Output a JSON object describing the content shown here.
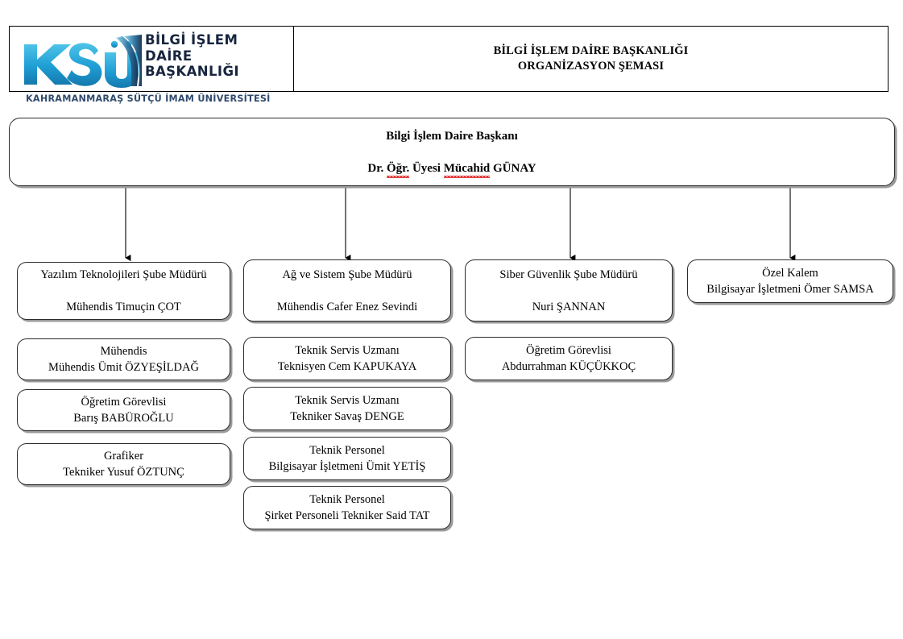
{
  "header": {
    "logo": {
      "mark_text": "KSÜ",
      "title_lines": [
        "BİLGİ İŞLEM",
        "DAİRE",
        "BAŞKANLIĞI"
      ],
      "university": "KAHRAMANMARAŞ SÜTÇÜ İMAM ÜNİVERSİTESİ",
      "mark_color": "#29abe2",
      "text_color": "#17253f"
    },
    "title_line1": "BİLGİ İŞLEM DAİRE BAŞKANLIĞI",
    "title_line2": "ORGANİZASYON ŞEMASI"
  },
  "chart": {
    "root": {
      "line1": "Bilgi İşlem Daire Başkanı",
      "line2_a": "Dr. ",
      "line2_b": "Öğr.",
      "line2_c": " Üyesi ",
      "line2_d": "Mücahid",
      "line2_e": " GÜNAY"
    },
    "columns": [
      {
        "head": {
          "line1": "Yazılım Teknolojileri Şube Müdürü",
          "line2": "Mühendis Timuçin ÇOT"
        },
        "children": [
          {
            "line1": "Mühendis",
            "line2": "Mühendis Ümit ÖZYEŞİLDAĞ"
          },
          {
            "line1": "Öğretim Görevlisi",
            "line2": "Barış BABÜROĞLU"
          },
          {
            "line1": "Grafiker",
            "line2": "Tekniker Yusuf ÖZTUNÇ"
          }
        ]
      },
      {
        "head": {
          "line1": "Ağ ve Sistem Şube Müdürü",
          "line2": "Mühendis Cafer Enez Sevindi"
        },
        "children": [
          {
            "line1": "Teknik Servis Uzmanı",
            "line2": "Teknisyen Cem KAPUKAYA"
          },
          {
            "line1": "Teknik Servis Uzmanı",
            "line2": "Tekniker Savaş DENGE"
          },
          {
            "line1": "Teknik Personel",
            "line2": "Bilgisayar İşletmeni Ümit YETİŞ"
          },
          {
            "line1": "Teknik Personel",
            "line2": "Şirket Personeli Tekniker Said TAT"
          }
        ]
      },
      {
        "head": {
          "line1": "Siber Güvenlik Şube Müdürü",
          "line2": "Nuri ŞANNAN"
        },
        "children": [
          {
            "line1": "Öğretim Görevlisi",
            "line2": "Abdurrahman KÜÇÜKKOÇ"
          }
        ]
      },
      {
        "head": {
          "line1": "Özel Kalem",
          "line2": "Bilgisayar İşletmeni Ömer SAMSA"
        },
        "children": []
      }
    ]
  }
}
